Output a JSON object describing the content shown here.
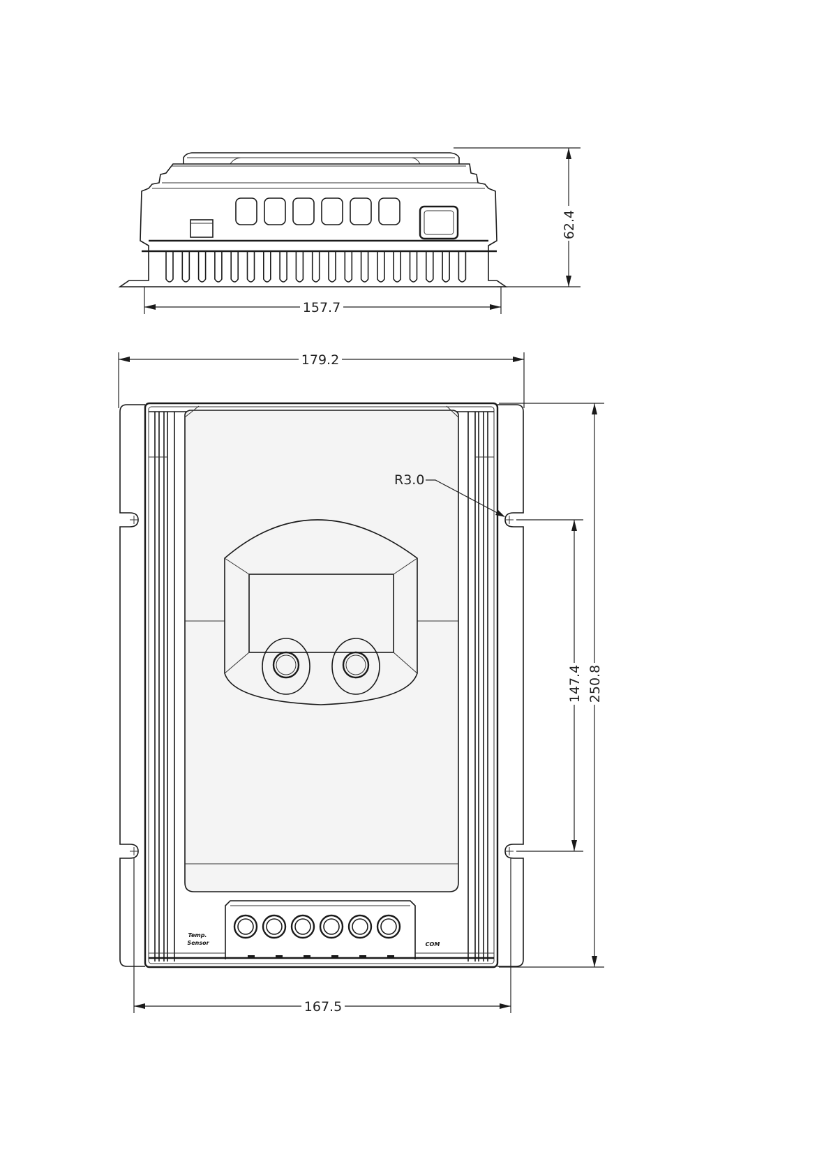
{
  "dimensions": {
    "side_height": "62.4",
    "side_width": "157.7",
    "front_overall_width": "179.2",
    "front_height": "250.8",
    "hole_spacing": "147.4",
    "bottom_width": "167.5",
    "corner_radius": "R3.0"
  },
  "labels": {
    "temp_sensor_line1": "Temp.",
    "temp_sensor_line2": "Sensor",
    "com": "COM"
  },
  "colors": {
    "line": "#1a1a1a",
    "background": "#ffffff"
  }
}
